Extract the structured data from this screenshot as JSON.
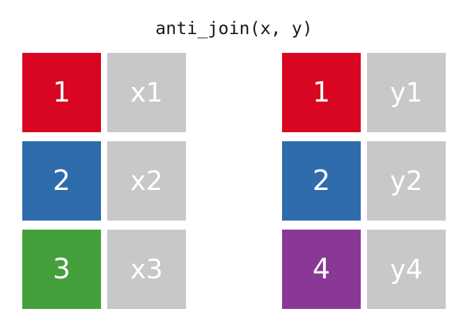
{
  "figure": {
    "title": "anti_join(x, y)",
    "background": "#ffffff",
    "text_color": "#ffffff",
    "title_color": "#1a1a1a"
  },
  "colors": {
    "red": "#d80621",
    "blue": "#2f6cab",
    "green": "#43a03b",
    "purple": "#8a3895",
    "gray": "#c8c8c8"
  },
  "tables": [
    {
      "name": "x",
      "rows": [
        {
          "key": "1",
          "key_color": "#d80621",
          "value": "x1",
          "value_color": "#c8c8c8"
        },
        {
          "key": "2",
          "key_color": "#2f6cab",
          "value": "x2",
          "value_color": "#c8c8c8"
        },
        {
          "key": "3",
          "key_color": "#43a03b",
          "value": "x3",
          "value_color": "#c8c8c8"
        }
      ]
    },
    {
      "name": "y",
      "rows": [
        {
          "key": "1",
          "key_color": "#d80621",
          "value": "y1",
          "value_color": "#c8c8c8"
        },
        {
          "key": "2",
          "key_color": "#2f6cab",
          "value": "y2",
          "value_color": "#c8c8c8"
        },
        {
          "key": "4",
          "key_color": "#8a3895",
          "value": "y4",
          "value_color": "#c8c8c8"
        }
      ]
    }
  ]
}
